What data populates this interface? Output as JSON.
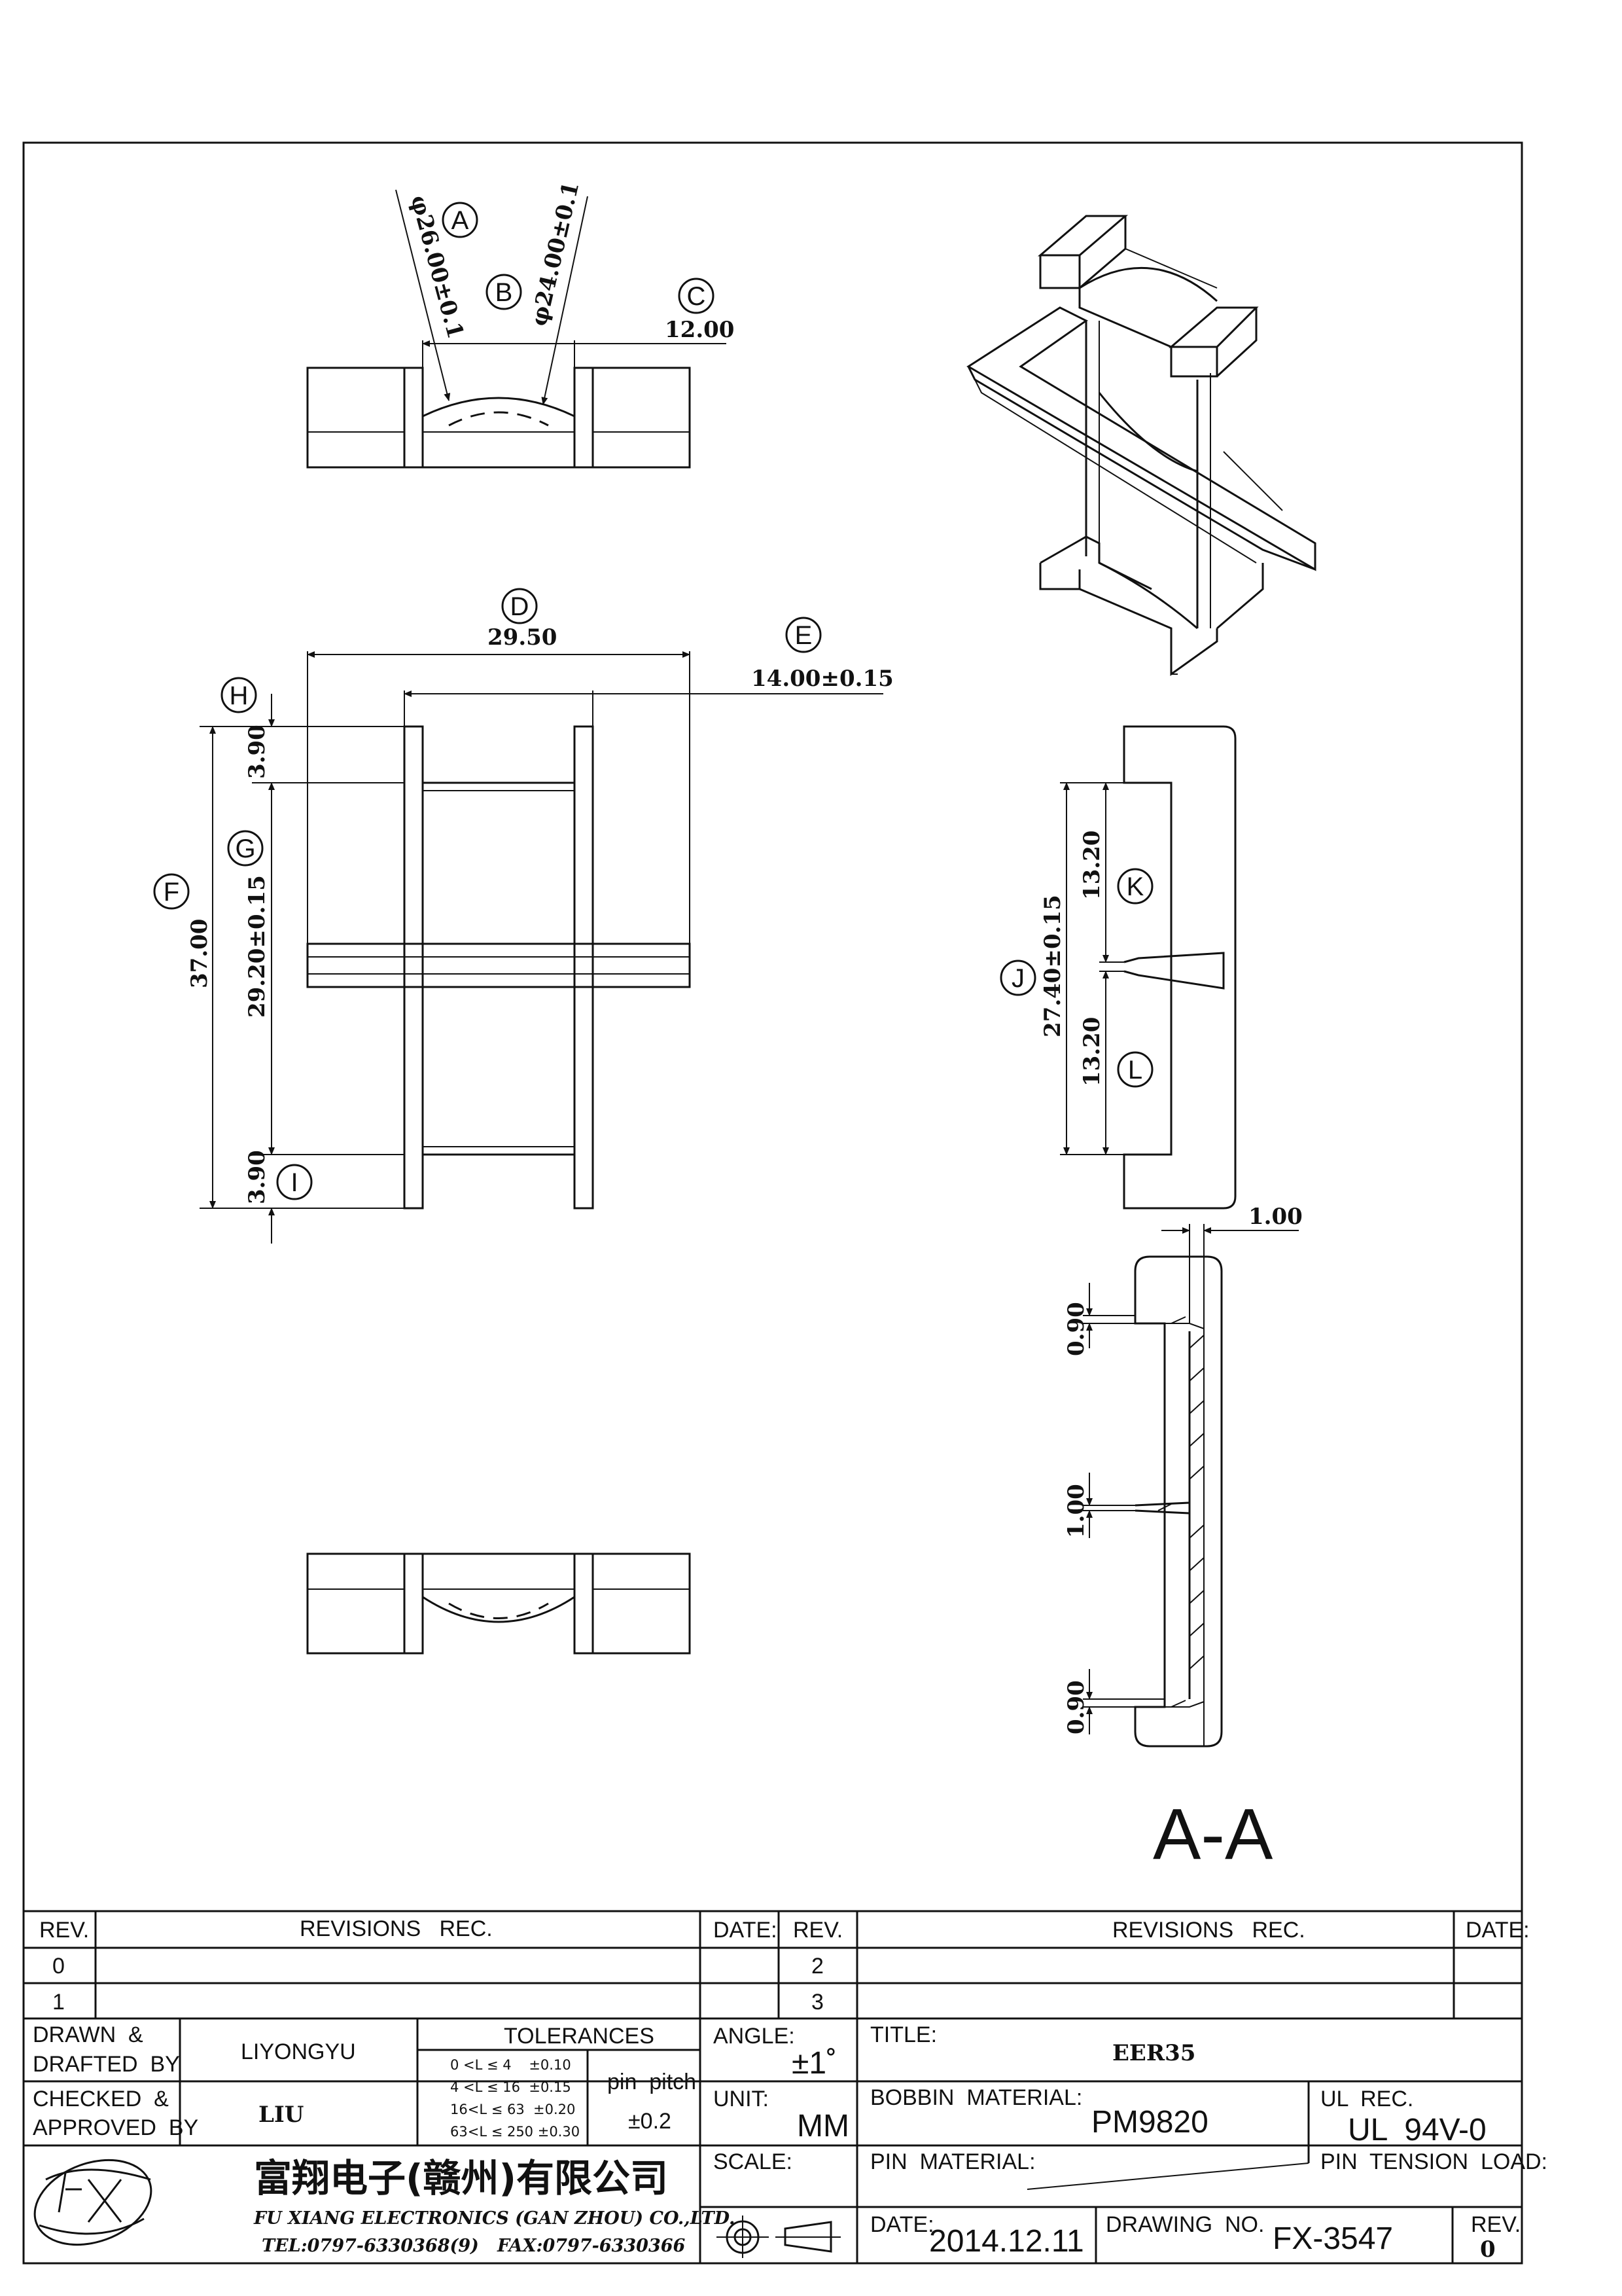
{
  "dimensions": {
    "A": {
      "marker": "A",
      "value": "φ26.00±0.1"
    },
    "B": {
      "marker": "B",
      "value": "φ24.00±0.1"
    },
    "C": {
      "marker": "C",
      "value": "12.00"
    },
    "D": {
      "marker": "D",
      "value": "29.50"
    },
    "E": {
      "marker": "E",
      "value": "14.00±0.15"
    },
    "F": {
      "marker": "F",
      "value": "37.00"
    },
    "G": {
      "marker": "G",
      "value": "29.20±0.15"
    },
    "H": {
      "marker": "H",
      "value": "3.90"
    },
    "I": {
      "marker": "I",
      "value": "3.90"
    },
    "J": {
      "marker": "J",
      "value": "27.40±0.15"
    },
    "K": {
      "marker": "K",
      "value": "13.20"
    },
    "L": {
      "marker": "L",
      "value": "13.20"
    },
    "wall": {
      "value": "1.00"
    },
    "flange_top": {
      "value": "0.90"
    },
    "slot": {
      "value": "1.00"
    },
    "flange_bottom": {
      "value": "0.90"
    }
  },
  "section_label": "A-A",
  "title_block": {
    "rev_header": "REV.",
    "revisions_header": "REVISIONS   REC.",
    "date_header": "DATE:",
    "rev_rows_left": [
      "0",
      "1"
    ],
    "rev_rows_right": [
      "2",
      "3"
    ],
    "drawn_label_1": "DRAWN  &",
    "drawn_label_2": "DRAFTED  BY",
    "drawn_value": "LIYONGYU",
    "checked_label_1": "CHECKED  &",
    "checked_label_2": "APPROVED  BY",
    "checked_value": "LIU",
    "tolerances_label": "TOLERANCES",
    "tol_rows": [
      "0 <L ≤ 4    ±0.10",
      "4 <L ≤ 16  ±0.15",
      "16<L ≤ 63  ±0.20",
      "63<L ≤ 250 ±0.30"
    ],
    "pin_pitch_label": "pin  pitch",
    "pin_pitch_value": "±0.2",
    "angle_label": "ANGLE:",
    "angle_value": "±1˚",
    "unit_label": "UNIT:",
    "unit_value": "MM",
    "scale_label": "SCALE:",
    "title_label": "TITLE:",
    "title_value": "EER35",
    "bobbin_material_label": "BOBBIN  MATERIAL:",
    "bobbin_material_value": "PM9820",
    "ul_rec_label": "UL  REC.",
    "ul_rec_value": "UL  94V-0",
    "pin_material_label": "PIN  MATERIAL:",
    "pin_tension_label": "PIN  TENSION  LOAD:",
    "date_label": "DATE:",
    "date_value": "2014.12.11",
    "drawing_no_label": "DRAWING  NO.",
    "drawing_no_value": "FX-3547",
    "rev_label": "REV.",
    "rev_value": "0",
    "company_cn": "富翔电子(赣州)有限公司",
    "company_en": "FU XIANG ELECTRONICS (GAN ZHOU) CO.,LTD.",
    "tel": "TEL:0797-6330368(9)",
    "fax": "FAX:0797-6330366"
  }
}
